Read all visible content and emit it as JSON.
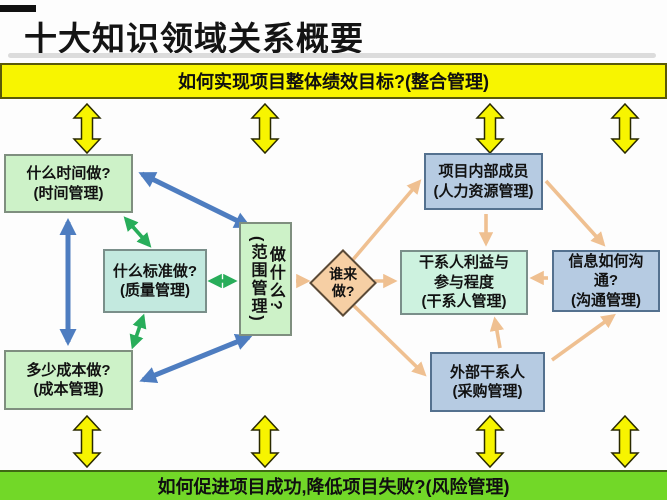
{
  "slide": {
    "title": "十大知识领域关系概要"
  },
  "banners": {
    "top": "如何实现项目整体绩效目标?(整合管理)",
    "bottom": "如何促进项目成功,降低项目失败?(风险管理)"
  },
  "nodes": {
    "time": "什么时间做?\n(时间管理)",
    "quality": "什么标准做?\n(质量管理)",
    "cost": "多少成本做?\n(成本管理)",
    "scope": "做什么?\n(范围管理)",
    "who": "谁来\n做?",
    "hr": "项目内部成员\n(人力资源管理)",
    "stakeholder": "干系人利益与\n参与程度\n(干系人管理)",
    "communication": "信息如何沟\n通?\n(沟通管理)",
    "procurement": "外部干系人\n(采购管理)"
  },
  "edges": [
    {
      "from": "time",
      "to": "scope",
      "style": "blue-double"
    },
    {
      "from": "time",
      "to": "cost",
      "style": "blue-double"
    },
    {
      "from": "cost",
      "to": "scope",
      "style": "blue-double"
    },
    {
      "from": "time",
      "to": "quality",
      "style": "green-double"
    },
    {
      "from": "quality",
      "to": "cost",
      "style": "green-double"
    },
    {
      "from": "quality",
      "to": "scope",
      "style": "green-double"
    },
    {
      "from": "scope",
      "to": "who",
      "style": "orange"
    },
    {
      "from": "who",
      "to": "stakeholder",
      "style": "orange"
    },
    {
      "from": "who",
      "to": "hr",
      "style": "orange"
    },
    {
      "from": "who",
      "to": "procurement",
      "style": "orange"
    },
    {
      "from": "hr",
      "to": "stakeholder",
      "style": "orange"
    },
    {
      "from": "hr",
      "to": "communication",
      "style": "orange"
    },
    {
      "from": "procurement",
      "to": "stakeholder",
      "style": "orange"
    },
    {
      "from": "procurement",
      "to": "communication",
      "style": "orange"
    },
    {
      "from": "communication",
      "to": "stakeholder",
      "style": "orange"
    }
  ],
  "colors": {
    "banner_top": "#f8f500",
    "banner_bottom": "#72d828",
    "green_box": "#cdf2c8",
    "cyan_box": "#c3e9df",
    "mint_box": "#cdf2df",
    "blue_box": "#b6cbe2",
    "diamond": "#f6cfa4",
    "arrow_blue": "#4e7dc0",
    "arrow_green": "#28ad5a",
    "arrow_orange": "#efc091",
    "arrow_yellow": "#f7f400"
  }
}
